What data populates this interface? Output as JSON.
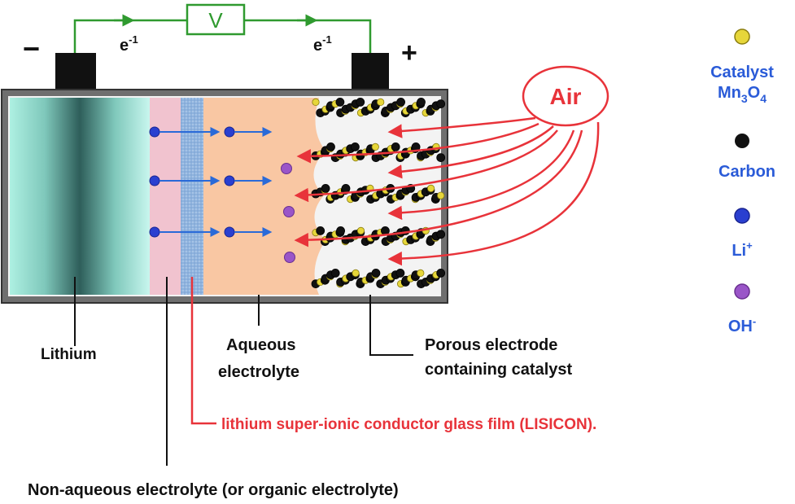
{
  "circuit": {
    "minus": "−",
    "plus": "+",
    "voltmeter": "V",
    "electron_left": "e",
    "electron_left_exp": "-1",
    "electron_right": "e",
    "electron_right_exp": "-1"
  },
  "air": {
    "label": "Air"
  },
  "labels": {
    "lithium": "Lithium",
    "aqueous_line1": "Aqueous",
    "aqueous_line2": "electrolyte",
    "porous_line1": "Porous electrode",
    "porous_line2": "containing catalyst",
    "lisicon": "lithium super-ionic conductor glass film (LISICON).",
    "nonaqueous": "Non-aqueous electrolyte (or organic electrolyte)"
  },
  "legend": {
    "catalyst_line1": "Catalyst",
    "catalyst_mn": "Mn",
    "catalyst_sub1": "3",
    "catalyst_o": "O",
    "catalyst_sub2": "4",
    "carbon": "Carbon",
    "li": "Li",
    "li_sup": "+",
    "oh": "OH",
    "oh_sup": "-"
  },
  "colors": {
    "wire_green": "#2f9a2f",
    "air_red": "#e8333a",
    "label_blue": "#2a5bd8",
    "ion_blue": "#2a3fd0",
    "catalyst_yellow": "#e6d63a",
    "oh_purple": "#9a55c8",
    "aqueous_peach": "#f9c7a3",
    "nonaqueous_pink": "#f1c3cf",
    "lisicon_blue": "#8fb3de"
  }
}
